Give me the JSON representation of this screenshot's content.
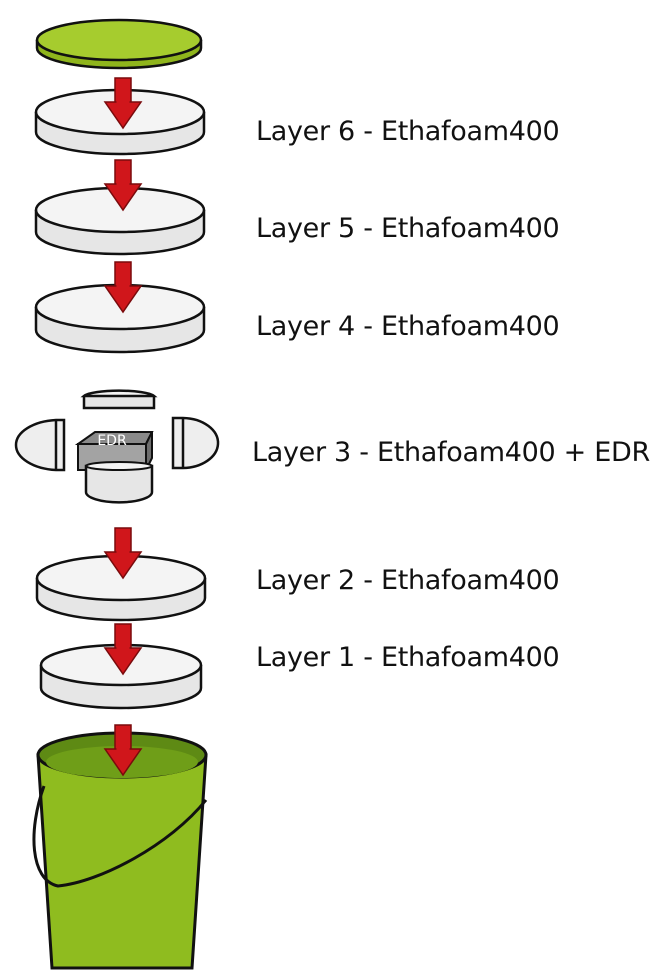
{
  "labels": {
    "layer6": "Layer 6 - Ethafoam400",
    "layer5": "Layer 5 - Ethafoam400",
    "layer4": "Layer 4 - Ethafoam400",
    "layer3": "Layer 3 - Ethafoam400 + EDR",
    "layer2": "Layer 2 - Ethafoam400",
    "layer1": "Layer 1 - Ethafoam400"
  },
  "edr_label": "EDR",
  "colors": {
    "lid_green": "#a6cc2e",
    "bucket_green": "#8fbc1f",
    "bucket_inner": "#5e8a14",
    "foam_white": "#f2f2f2",
    "arrow_red": "#d0161b",
    "edr_gray": "#8a8a8a",
    "outline": "#111111"
  }
}
